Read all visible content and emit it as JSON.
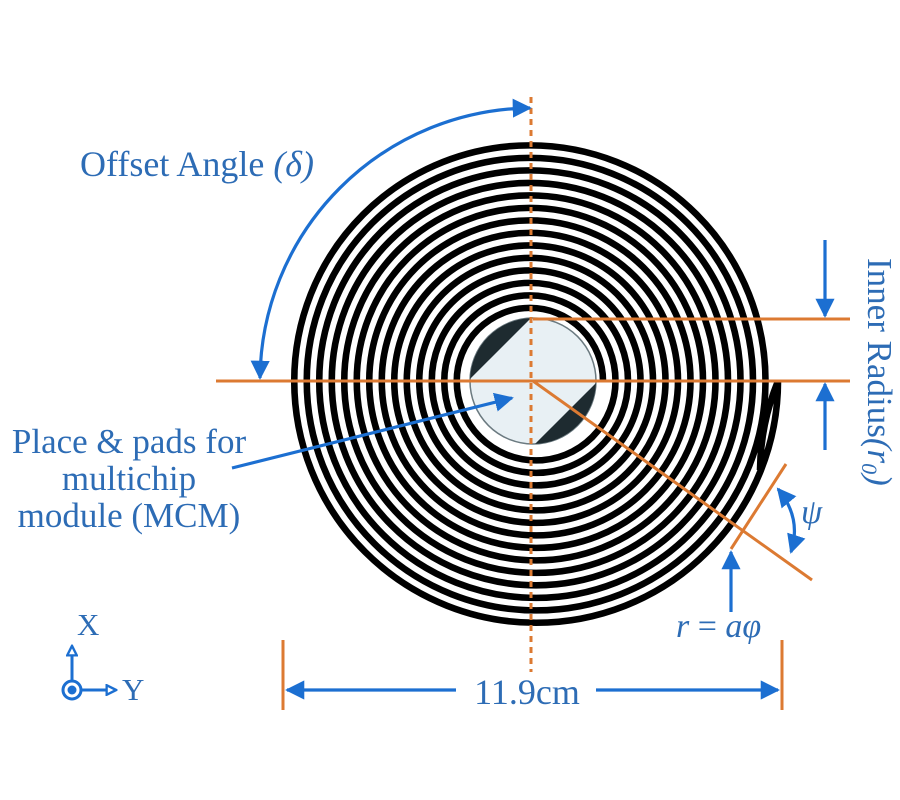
{
  "figure": {
    "labels": {
      "offset_angle": {
        "text": "Offset Angle ",
        "symbol": "(δ)"
      },
      "inner_radius": {
        "text": "Inner Radius",
        "open": "(",
        "symbol": "r",
        "subscript": "0",
        "close": ")"
      },
      "mcm": {
        "lines": [
          "Place & pads for",
          "multichip",
          "module (MCM)"
        ]
      },
      "psi": "ψ",
      "spiral_equation": {
        "lhs": "r",
        "eq": " = ",
        "rhs": "aφ"
      },
      "diameter": "11.9cm",
      "axis_x": "X",
      "axis_y": "Y"
    },
    "colors": {
      "guide_orange": "#dc7a32",
      "arrow_blue": "#1c6fd1",
      "text_blue": "#2d6cb5",
      "spiral_black": "#000000",
      "chip_fill": "#e8f0f4",
      "chip_dark": "#1e2b30"
    }
  }
}
